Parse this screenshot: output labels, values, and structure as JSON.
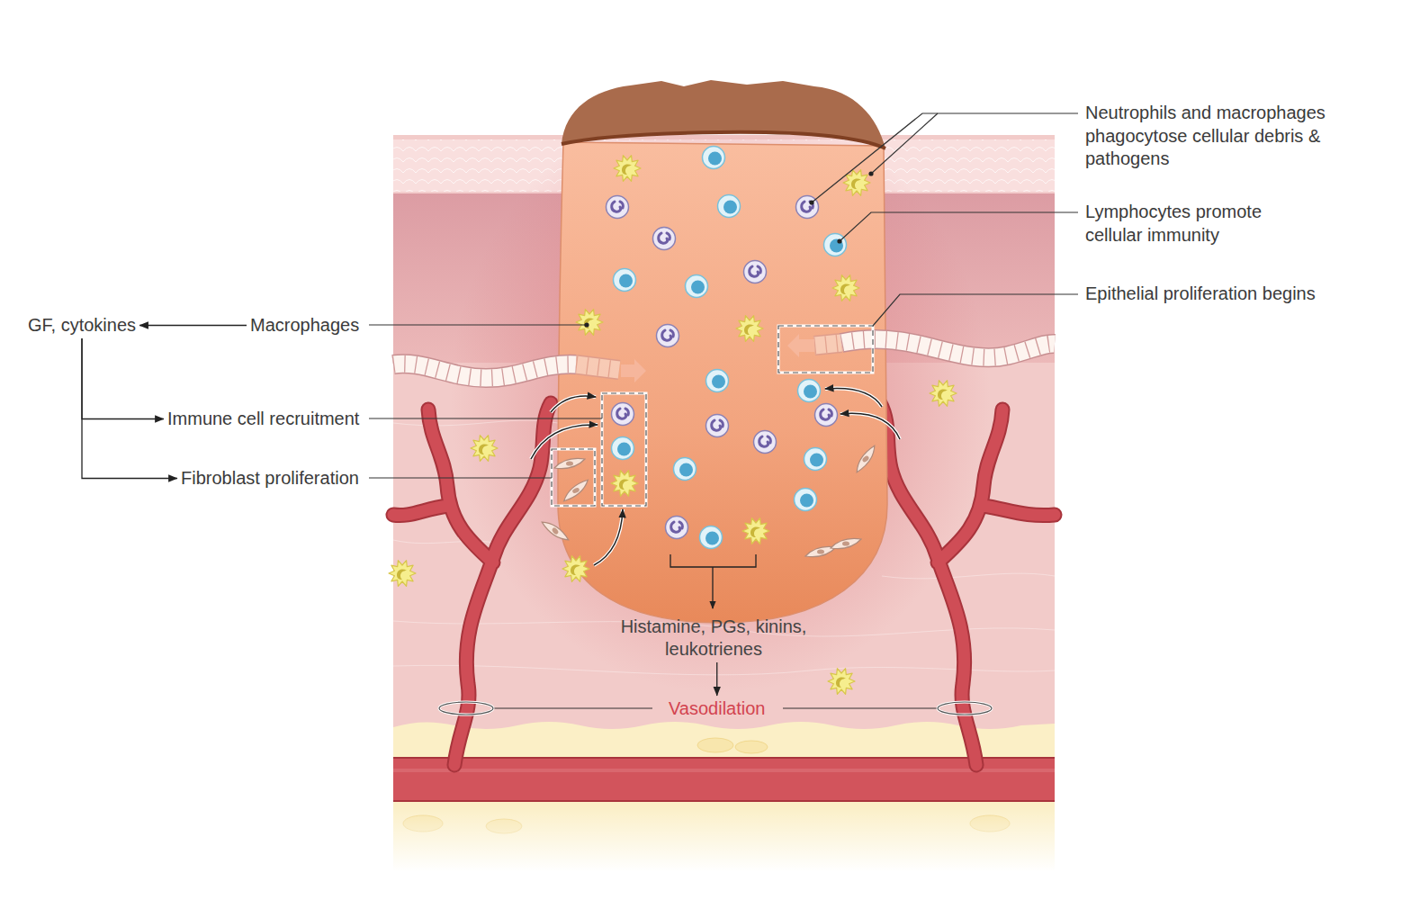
{
  "diagram": {
    "nodes": [
      {
        "text": [
          "GF, cytokines"
        ]
      },
      {
        "text": [
          "Macrophages"
        ]
      },
      {
        "text": [
          "Immune cell recruitment"
        ]
      },
      {
        "text": [
          "Fibroblast proliferation"
        ]
      },
      {
        "text": [
          "Histamine, PGs, kinins, leukotrienes"
        ]
      },
      {
        "text": [
          "Vasodilation"
        ]
      }
    ],
    "edges": [
      {
        "from": 1,
        "to": 0,
        "arrow": "to"
      },
      {
        "from": 0,
        "to": 2,
        "arrow": "to"
      },
      {
        "from": 0,
        "to": 3,
        "arrow": "to"
      },
      {
        "from": 4,
        "to": 5,
        "arrow": "to"
      }
    ],
    "labels": [
      "Neutrophils and macrophages phagocytose cellular debris & pathogens",
      "Lymphocytes promote cellular immunity",
      "Epithelial proliferation begins"
    ]
  }
}
